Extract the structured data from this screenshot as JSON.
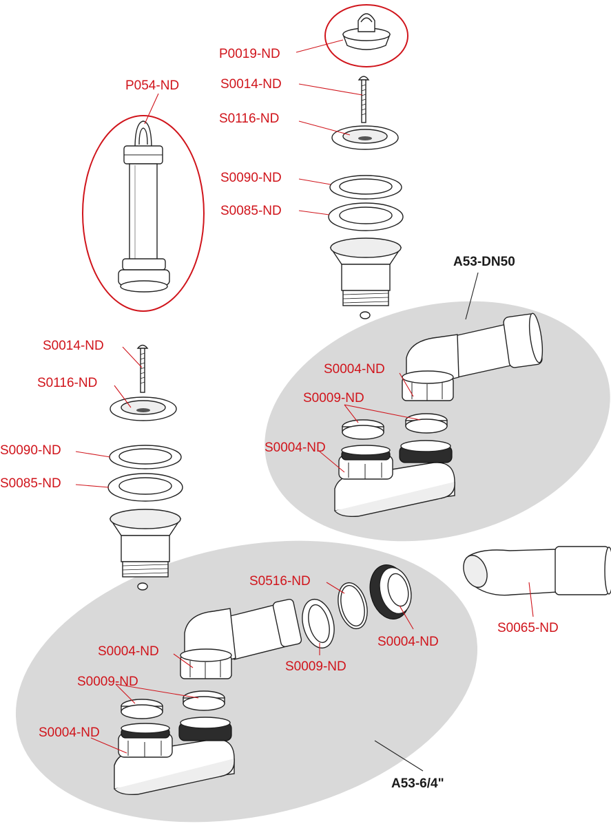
{
  "colors": {
    "label": "#d0141b",
    "assembly_label": "#1a1a1a",
    "group_shade": "#d9d9d9",
    "outline": "#222222"
  },
  "labels": {
    "p0019": "P0019-ND",
    "p054": "P054-ND",
    "top_s0014": "S0014-ND",
    "top_s0116": "S0116-ND",
    "top_s0090": "S0090-ND",
    "top_s0085": "S0085-ND",
    "left_s0014": "S0014-ND",
    "left_s0116": "S0116-ND",
    "left_s0090": "S0090-ND",
    "left_s0085": "S0085-ND",
    "a53_dn50": "A53-DN50",
    "dn50_s0004_top": "S0004-ND",
    "dn50_s0009": "S0009-ND",
    "dn50_s0004_bottom": "S0004-ND",
    "s0065": "S0065-ND",
    "s0516": "S0516-ND",
    "b_s0004_right": "S0004-ND",
    "b_s0009_mid": "S0009-ND",
    "b_s0004_top": "S0004-ND",
    "b_s0009_left": "S0009-ND",
    "b_s0004_bottom": "S0004-ND",
    "a53_64": "A53-6/4\""
  },
  "icons": [
    "stopper-plug-icon",
    "overflow-tube-icon",
    "screw-icon",
    "strainer-flange-icon",
    "gasket-ring-icon",
    "drain-body-icon",
    "nut-icon",
    "elbow-pipe-icon",
    "siphon-base-icon",
    "union-nut-icon"
  ]
}
